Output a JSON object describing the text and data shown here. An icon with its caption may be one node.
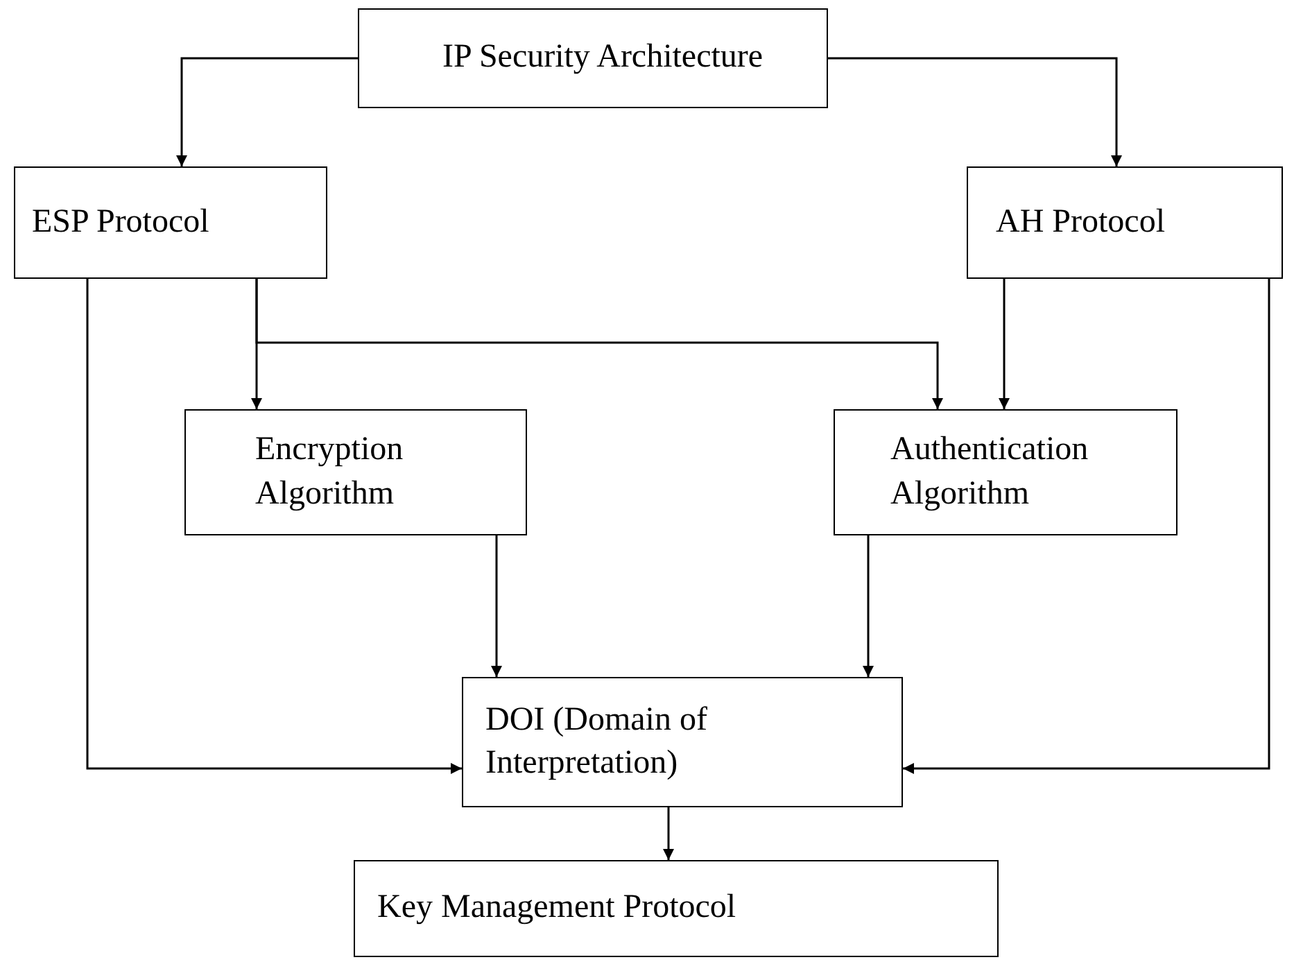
{
  "diagram": {
    "nodes": [
      {
        "text": [
          "IP Security Architecture"
        ]
      },
      {
        "text": [
          "ESP Protocol"
        ]
      },
      {
        "text": [
          "AH Protocol"
        ]
      },
      {
        "text": [
          "Encryption Algorithm"
        ]
      },
      {
        "text": [
          "Authentication Algorithm"
        ]
      },
      {
        "text": [
          "DOI (Domain of Interpretation)"
        ]
      },
      {
        "text": [
          "Key Management Protocol"
        ]
      }
    ],
    "edges": [
      {
        "from": 0,
        "to": 1,
        "arrow": "to"
      },
      {
        "from": 0,
        "to": 2,
        "arrow": "to"
      },
      {
        "from": 1,
        "to": 3,
        "arrow": "to"
      },
      {
        "from": 1,
        "to": 4,
        "arrow": "to"
      },
      {
        "from": 2,
        "to": 4,
        "arrow": "to"
      },
      {
        "from": 3,
        "to": 5,
        "arrow": "to"
      },
      {
        "from": 4,
        "to": 5,
        "arrow": "to"
      },
      {
        "from": 1,
        "to": 5,
        "arrow": "to"
      },
      {
        "from": 2,
        "to": 5,
        "arrow": "to"
      },
      {
        "from": 5,
        "to": 6,
        "arrow": "to"
      }
    ]
  }
}
